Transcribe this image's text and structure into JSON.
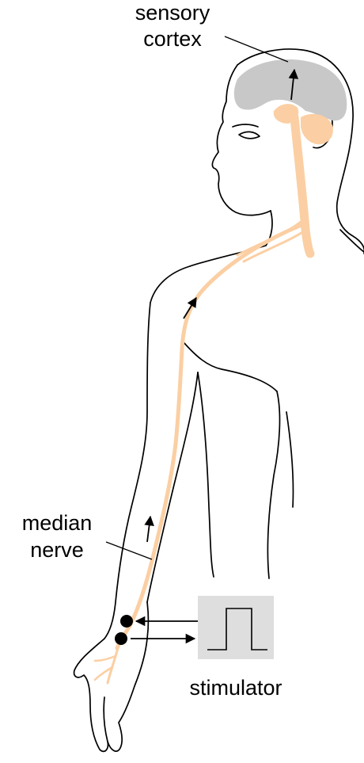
{
  "labels": {
    "sensory_line1": "sensory",
    "sensory_line2": "cortex",
    "median_line1": "median",
    "median_line2": "nerve",
    "stimulator": "stimulator"
  },
  "colors": {
    "nerve": "#FBCFA3",
    "cortex": "#C8C8C8",
    "stimulator_box": "#DEDEDE",
    "outline": "#000000"
  }
}
